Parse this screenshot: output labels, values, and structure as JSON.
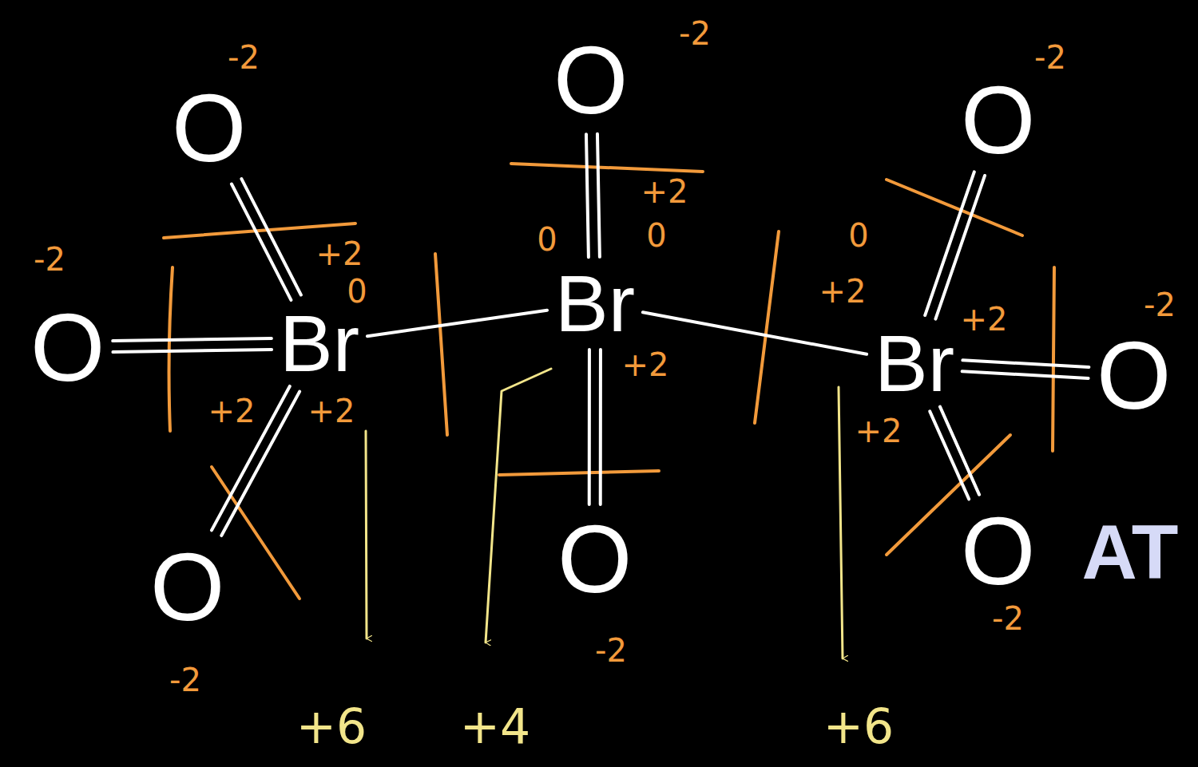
{
  "diagram": {
    "nodes": [
      {
        "text": [
          "O"
        ]
      },
      {
        "text": [
          "O"
        ]
      },
      {
        "text": [
          "Br"
        ]
      },
      {
        "text": [
          "O"
        ]
      },
      {
        "text": [
          "O"
        ]
      },
      {
        "text": [
          "Br"
        ]
      },
      {
        "text": [
          "O"
        ]
      },
      {
        "text": [
          "O"
        ]
      },
      {
        "text": [
          "Br"
        ]
      },
      {
        "text": [
          "O"
        ]
      },
      {
        "text": [
          "O"
        ]
      }
    ],
    "edges": [
      {
        "from": 0,
        "to": 2,
        "arrow": "none"
      },
      {
        "from": 1,
        "to": 2,
        "arrow": "none"
      },
      {
        "from": 3,
        "to": 2,
        "arrow": "none"
      },
      {
        "from": 2,
        "to": 5,
        "arrow": "none"
      },
      {
        "from": 4,
        "to": 5,
        "arrow": "none"
      },
      {
        "from": 5,
        "to": 6,
        "arrow": "none"
      },
      {
        "from": 5,
        "to": 8,
        "arrow": "none"
      },
      {
        "from": 7,
        "to": 8,
        "arrow": "none"
      },
      {
        "from": 8,
        "to": 9,
        "arrow": "none"
      },
      {
        "from": 8,
        "to": 10,
        "arrow": "none"
      }
    ],
    "labels": [
      "-2",
      "-2",
      "-2",
      "+2",
      "0",
      "0",
      "0",
      "-2",
      "+2",
      "0",
      "+2",
      "-2",
      "+2",
      "+2",
      "+2",
      "+2",
      "+2",
      "AT",
      "-2",
      "-2",
      "-2",
      "+6",
      "+4",
      "+6"
    ]
  }
}
